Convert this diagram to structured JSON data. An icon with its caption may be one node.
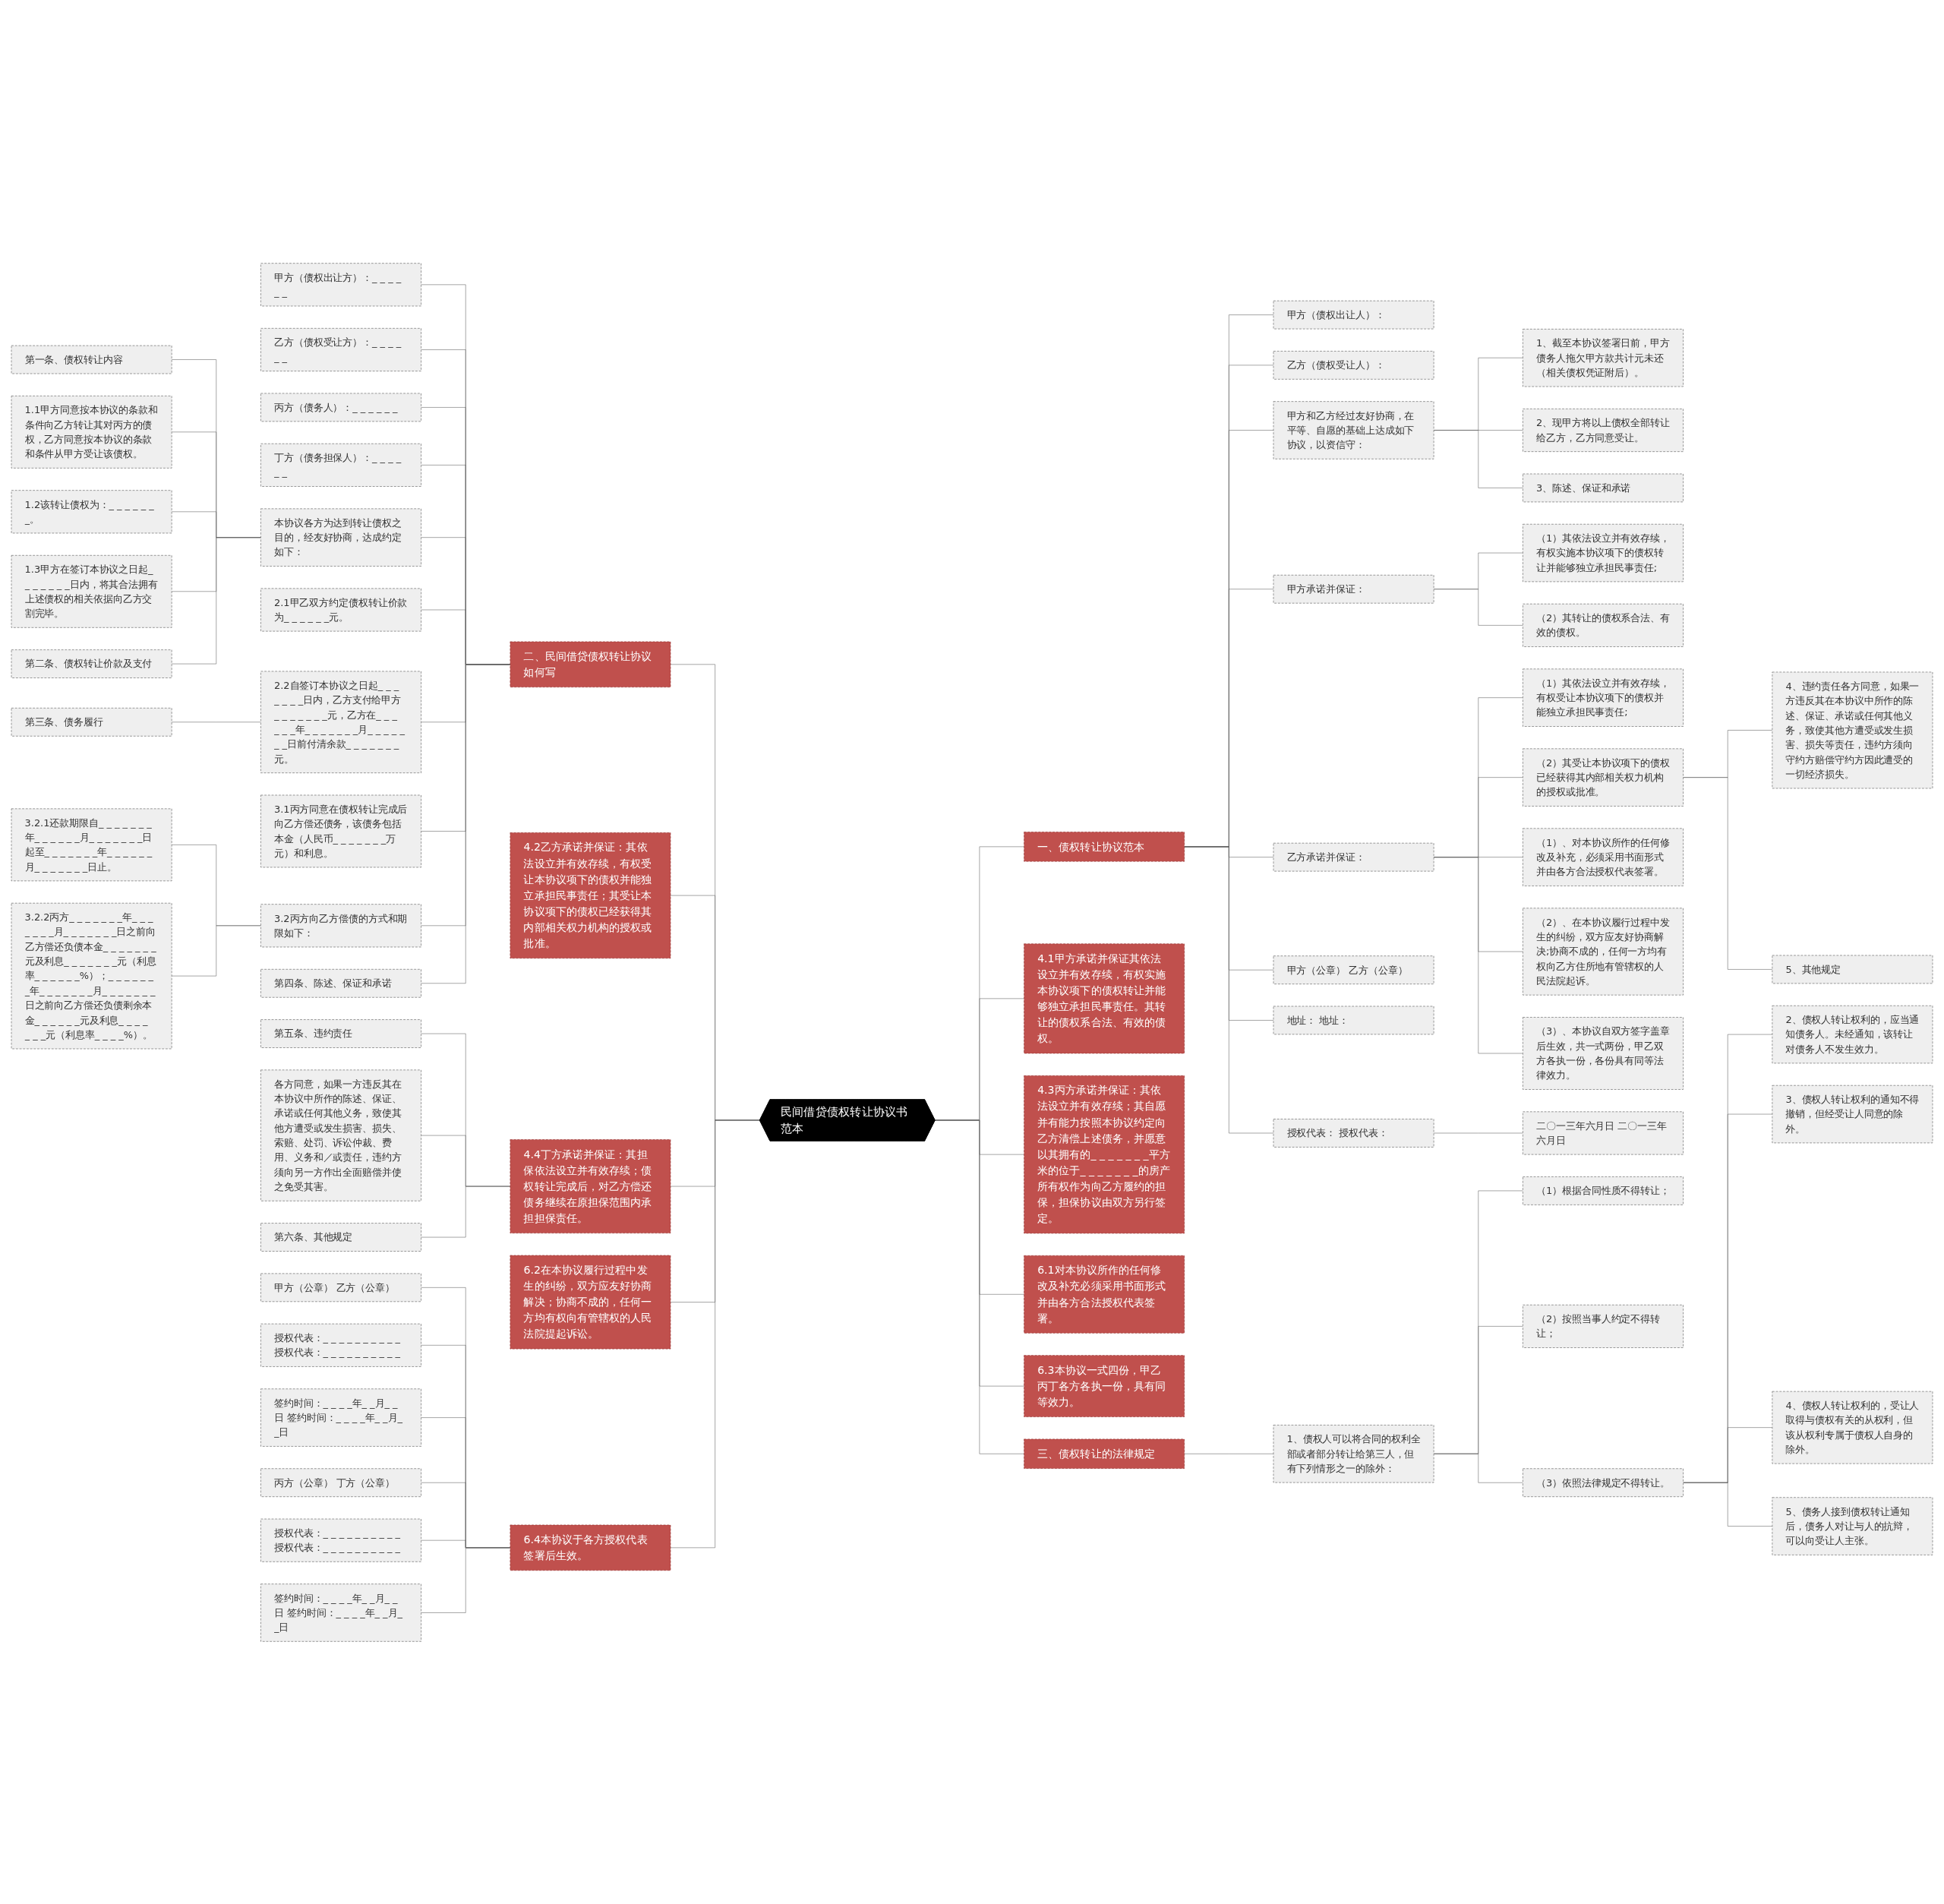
{
  "diagram": {
    "nodes": [
      {
        "text": [
          "民间借贷债权转让协议书范本"
        ]
      },
      {
        "text": [
          "二、民间借贷债权转让协议如何写"
        ]
      },
      {
        "text": [
          "甲方（债权出让方）：_ _ _ _ _ _"
        ]
      },
      {
        "text": [
          "乙方（债权受让方）：_ _ _ _ _ _"
        ]
      },
      {
        "text": [
          "丙方（债务人）：_ _ _ _ _ _"
        ]
      },
      {
        "text": [
          "丁方（债务担保人）：_ _ _ _ _ _"
        ]
      },
      {
        "text": [
          "本协议各方为达到转让债权之目的，经友好协商，达成约定如下："
        ]
      },
      {
        "text": [
          "第一条、债权转让内容"
        ]
      },
      {
        "text": [
          "1.1甲方同意按本协议的条款和条件向乙方转让其对丙方的债权，乙方同意按本协议的条款和条件从甲方受让该债权。"
        ]
      },
      {
        "text": [
          "1.2该转让债权为：_ _ _ _ _ _ _。"
        ]
      },
      {
        "text": [
          "1.3甲方在签订本协议之日起_ _ _ _ _ _ _日内，将其合法拥有上述债权的相关依据向乙方交割完毕。"
        ]
      },
      {
        "text": [
          "第二条、债权转让价款及支付"
        ]
      },
      {
        "text": [
          "2.1甲乙双方约定债权转让价款为_ _ _ _ _ _元。"
        ]
      },
      {
        "text": [
          "2.2自签订本协议之日起_ _ _ _ _ _ _日内，乙方支付给甲方_ _ _ _ _ _ _元，乙方在_ _ _ _ _ _年_ _ _ _ _ _ _月_ _ _ _ _ _ _日前付清余款_ _ _ _ _ _ _元。"
        ]
      },
      {
        "text": [
          "第三条、债务履行"
        ]
      },
      {
        "text": [
          "3.1丙方同意在债权转让完成后向乙方偿还债务，该债务包括本金（人民币_ _ _ _ _ _ _万元）和利息。"
        ]
      },
      {
        "text": [
          "3.2丙方向乙方偿债的方式和期限如下："
        ]
      },
      {
        "text": [
          "3.2.1还款期限自_ _ _ _ _ _ _年_ _ _ _ _ _月_ _ _ _ _ _ _日起至_ _ _ _ _ _ _年_ _ _ _ _ _月_ _ _ _ _ _ _日止。"
        ]
      },
      {
        "text": [
          "3.2.2丙方_ _ _ _ _ _ _年_ _ _ _ _ _ _月_ _ _ _ _ _ _日之前向乙方偿还负债本金_ _ _ _ _ _ _元及利息_ _ _ _ _ _ _元（利息率_ _ _ _ _ _%）；_ _ _ _ _ _ _年_ _ _ _ _ _ _月_ _ _ _ _ _ _日之前向乙方偿还负债剩余本金_ _ _ _ _ _元及利息_ _ _ _ _ _ _元（利息率_ _ _ _%）。"
        ]
      },
      {
        "text": [
          "第四条、陈述、保证和承诺"
        ]
      },
      {
        "text": [
          "4.2乙方承诺并保证：其依法设立并有效存续，有权受让本协议项下的债权并能独立承担民事责任；其受让本协议项下的债权已经获得其内部相关权力机构的授权或批准。"
        ]
      },
      {
        "text": [
          "4.4丁方承诺并保证：其担保依法设立并有效存续；债权转让完成后，对乙方偿还债务继续在原担保范围内承担担保责任。"
        ]
      },
      {
        "text": [
          "第五条、违约责任"
        ]
      },
      {
        "text": [
          "各方同意，如果一方违反其在本协议中所作的陈述、保证、承诺或任何其他义务，致使其他方遭受或发生损害、损失、索赔、处罚、诉讼仲裁、费用、义务和／或责任，违约方须向另一方作出全面赔偿并使之免受其害。"
        ]
      },
      {
        "text": [
          "第六条、其他规定"
        ]
      },
      {
        "text": [
          "6.2在本协议履行过程中发生的纠纷，双方应友好协商解决；协商不成的，任何一方均有权向有管辖权的人民法院提起诉讼。"
        ]
      },
      {
        "text": [
          "6.4本协议于各方授权代表签署后生效。"
        ]
      },
      {
        "text": [
          "甲方（公章） 乙方（公章）"
        ]
      },
      {
        "text": [
          "授权代表：_ _ _ _ _ _ _ _ _ _ 授权代表：_ _ _ _ _ _ _ _ _ _"
        ]
      },
      {
        "text": [
          "签约时间：_ _ _ _年_ _月_ _日 签约时间：_ _ _ _年_ _月_ _日"
        ]
      },
      {
        "text": [
          "丙方（公章） 丁方（公章）"
        ]
      },
      {
        "text": [
          "授权代表：_ _ _ _ _ _ _ _ _ _ 授权代表：_ _ _ _ _ _ _ _ _ _"
        ]
      },
      {
        "text": [
          "签约时间：_ _ _ _年_ _月_ _日 签约时间：_ _ _ _年_ _月_ _日"
        ]
      },
      {
        "text": [
          "一、债权转让协议范本"
        ]
      },
      {
        "text": [
          "甲方（债权出让人）："
        ]
      },
      {
        "text": [
          "乙方（债权受让人）："
        ]
      },
      {
        "text": [
          "甲方和乙方经过友好协商，在平等、自愿的基础上达成如下协议，以资信守："
        ]
      },
      {
        "text": [
          "1、截至本协议签署日前，甲方债务人拖欠甲方款共计元未还（相关债权凭证附后）。"
        ]
      },
      {
        "text": [
          "2、现甲方将以上债权全部转让给乙方，乙方同意受让。"
        ]
      },
      {
        "text": [
          "3、陈述、保证和承诺"
        ]
      },
      {
        "text": [
          "甲方承诺并保证："
        ]
      },
      {
        "text": [
          "（1）其依法设立并有效存续，有权实施本协议项下的债权转让并能够独立承担民事责任;"
        ]
      },
      {
        "text": [
          "（2）其转让的债权系合法、有效的债权。"
        ]
      },
      {
        "text": [
          "乙方承诺并保证："
        ]
      },
      {
        "text": [
          "（1）其依法设立并有效存续，有权受让本协议项下的债权并能独立承担民事责任;"
        ]
      },
      {
        "text": [
          "（2）其受让本协议项下的债权已经获得其内部相关权力机构的授权或批准。"
        ]
      },
      {
        "text": [
          "4、违约责任各方同意，如果一方违反其在本协议中所作的陈述、保证、承诺或任何其他义务，致使其他方遭受或发生损害、损失等责任，违约方须向守约方赔偿守约方因此遭受的一切经济损失。"
        ]
      },
      {
        "text": [
          "5、其他规定"
        ]
      },
      {
        "text": [
          "（1）、对本协议所作的任何修改及补充，必须采用书面形式并由各方合法授权代表签署。"
        ]
      },
      {
        "text": [
          "（2）、在本协议履行过程中发生的纠纷，双方应友好协商解决;协商不成的，任何一方均有权向乙方住所地有管辖权的人民法院起诉。"
        ]
      },
      {
        "text": [
          "（3）、本协议自双方签字盖章后生效，共一式两份，甲乙双方各执一份，各份具有同等法律效力。"
        ]
      },
      {
        "text": [
          "甲方（公章） 乙方（公章）"
        ]
      },
      {
        "text": [
          "地址： 地址："
        ]
      },
      {
        "text": [
          "授权代表： 授权代表："
        ]
      },
      {
        "text": [
          "二〇一三年六月日 二〇一三年六月日"
        ]
      },
      {
        "text": [
          "4.1甲方承诺并保证其依法设立并有效存续，有权实施本协议项下的债权转让并能够独立承担民事责任。其转让的债权系合法、有效的债权。"
        ]
      },
      {
        "text": [
          "4.3丙方承诺并保证：其依法设立并有效存续；其自愿并有能力按照本协议约定向乙方清偿上述债务，并愿意以其拥有的_ _ _ _ _ _ _平方米的位于_ _ _ _ _ _ _的房产所有权作为向乙方履约的担保，担保协议由双方另行签定。"
        ]
      },
      {
        "text": [
          "6.1对本协议所作的任何修改及补充必须采用书面形式并由各方合法授权代表签署。"
        ]
      },
      {
        "text": [
          "6.3本协议一式四份，甲乙丙丁各方各执一份，具有同等效力。"
        ]
      },
      {
        "text": [
          "三、债权转让的法律规定"
        ]
      },
      {
        "text": [
          "1、债权人可以将合同的权利全部或者部分转让给第三人，但有下列情形之一的除外："
        ]
      },
      {
        "text": [
          "（1）根据合同性质不得转让；"
        ]
      },
      {
        "text": [
          "（2）按照当事人约定不得转让；"
        ]
      },
      {
        "text": [
          "（3）依照法律规定不得转让。"
        ]
      },
      {
        "text": [
          "2、债权人转让权利的，应当通知债务人。未经通知，该转让对债务人不发生效力。"
        ]
      },
      {
        "text": [
          "3、债权人转让权利的通知不得撤销，但经受让人同意的除外。"
        ]
      },
      {
        "text": [
          "4、债权人转让权利的，受让人取得与债权有关的从权利，但该从权利专属于债权人自身的除外。"
        ]
      },
      {
        "text": [
          "5、债务人接到债权转让通知后，债务人对让与人的抗辩，可以向受让人主张。"
        ]
      }
    ],
    "edges": [
      {
        "from": 1,
        "to": 0,
        "arrow": "none"
      },
      {
        "from": 2,
        "to": 1,
        "arrow": "none"
      },
      {
        "from": 3,
        "to": 1,
        "arrow": "none"
      },
      {
        "from": 4,
        "to": 1,
        "arrow": "none"
      },
      {
        "from": 5,
        "to": 1,
        "arrow": "none"
      },
      {
        "from": 6,
        "to": 1,
        "arrow": "none"
      },
      {
        "from": 7,
        "to": 6,
        "arrow": "none"
      },
      {
        "from": 8,
        "to": 6,
        "arrow": "none"
      },
      {
        "from": 9,
        "to": 6,
        "arrow": "none"
      },
      {
        "from": 10,
        "to": 6,
        "arrow": "none"
      },
      {
        "from": 11,
        "to": 6,
        "arrow": "none"
      },
      {
        "from": 12,
        "to": 1,
        "arrow": "none"
      },
      {
        "from": 13,
        "to": 1,
        "arrow": "none"
      },
      {
        "from": 14,
        "to": 13,
        "arrow": "none"
      },
      {
        "from": 15,
        "to": 1,
        "arrow": "none"
      },
      {
        "from": 16,
        "to": 1,
        "arrow": "none"
      },
      {
        "from": 17,
        "to": 16,
        "arrow": "none"
      },
      {
        "from": 18,
        "to": 16,
        "arrow": "none"
      },
      {
        "from": 19,
        "to": 1,
        "arrow": "none"
      },
      {
        "from": 20,
        "to": 0,
        "arrow": "none"
      },
      {
        "from": 21,
        "to": 0,
        "arrow": "none"
      },
      {
        "from": 22,
        "to": 21,
        "arrow": "none"
      },
      {
        "from": 23,
        "to": 21,
        "arrow": "none"
      },
      {
        "from": 24,
        "to": 21,
        "arrow": "none"
      },
      {
        "from": 25,
        "to": 0,
        "arrow": "none"
      },
      {
        "from": 26,
        "to": 0,
        "arrow": "none"
      },
      {
        "from": 27,
        "to": 26,
        "arrow": "none"
      },
      {
        "from": 28,
        "to": 26,
        "arrow": "none"
      },
      {
        "from": 29,
        "to": 26,
        "arrow": "none"
      },
      {
        "from": 30,
        "to": 26,
        "arrow": "none"
      },
      {
        "from": 31,
        "to": 26,
        "arrow": "none"
      },
      {
        "from": 32,
        "to": 26,
        "arrow": "none"
      },
      {
        "from": 0,
        "to": 33,
        "arrow": "none"
      },
      {
        "from": 33,
        "to": 34,
        "arrow": "none"
      },
      {
        "from": 33,
        "to": 35,
        "arrow": "none"
      },
      {
        "from": 33,
        "to": 36,
        "arrow": "none"
      },
      {
        "from": 36,
        "to": 37,
        "arrow": "none"
      },
      {
        "from": 36,
        "to": 38,
        "arrow": "none"
      },
      {
        "from": 36,
        "to": 39,
        "arrow": "none"
      },
      {
        "from": 33,
        "to": 40,
        "arrow": "none"
      },
      {
        "from": 40,
        "to": 41,
        "arrow": "none"
      },
      {
        "from": 40,
        "to": 42,
        "arrow": "none"
      },
      {
        "from": 33,
        "to": 43,
        "arrow": "none"
      },
      {
        "from": 43,
        "to": 44,
        "arrow": "none"
      },
      {
        "from": 43,
        "to": 45,
        "arrow": "none"
      },
      {
        "from": 45,
        "to": 46,
        "arrow": "none"
      },
      {
        "from": 45,
        "to": 47,
        "arrow": "none"
      },
      {
        "from": 43,
        "to": 48,
        "arrow": "none"
      },
      {
        "from": 43,
        "to": 49,
        "arrow": "none"
      },
      {
        "from": 43,
        "to": 50,
        "arrow": "none"
      },
      {
        "from": 33,
        "to": 51,
        "arrow": "none"
      },
      {
        "from": 33,
        "to": 52,
        "arrow": "none"
      },
      {
        "from": 33,
        "to": 53,
        "arrow": "none"
      },
      {
        "from": 53,
        "to": 54,
        "arrow": "none"
      },
      {
        "from": 0,
        "to": 55,
        "arrow": "none"
      },
      {
        "from": 0,
        "to": 56,
        "arrow": "none"
      },
      {
        "from": 0,
        "to": 57,
        "arrow": "none"
      },
      {
        "from": 0,
        "to": 58,
        "arrow": "none"
      },
      {
        "from": 0,
        "to": 59,
        "arrow": "none"
      },
      {
        "from": 59,
        "to": 60,
        "arrow": "none"
      },
      {
        "from": 60,
        "to": 61,
        "arrow": "none"
      },
      {
        "from": 60,
        "to": 62,
        "arrow": "none"
      },
      {
        "from": 60,
        "to": 63,
        "arrow": "none"
      },
      {
        "from": 63,
        "to": 64,
        "arrow": "none"
      },
      {
        "from": 63,
        "to": 65,
        "arrow": "none"
      },
      {
        "from": 63,
        "to": 66,
        "arrow": "none"
      },
      {
        "from": 63,
        "to": 67,
        "arrow": "none"
      }
    ]
  }
}
